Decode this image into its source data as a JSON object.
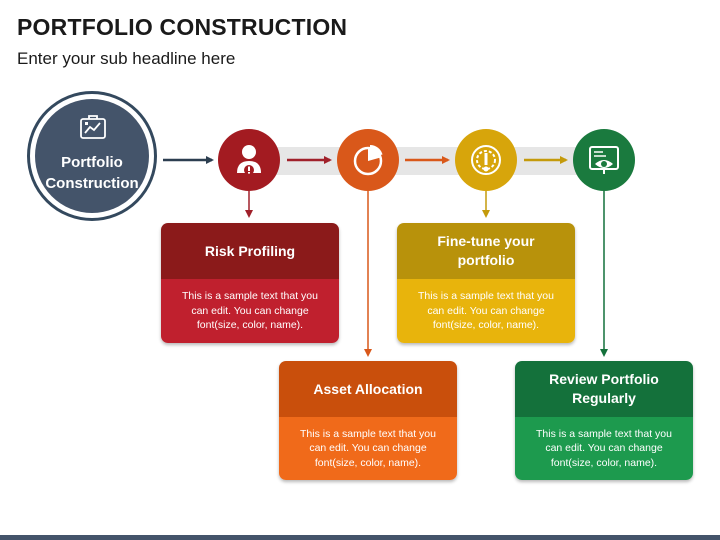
{
  "header": {
    "title": "PORTFOLIO CONSTRUCTION",
    "subtitle": "Enter your sub headline here"
  },
  "hub": {
    "label_line1": "Portfolio",
    "label_line2": "Construction",
    "icon": "briefcase-chart-icon",
    "color": "#44546a"
  },
  "steps": [
    {
      "id": "risk",
      "title_line1": "Risk Profiling",
      "title_line2": "",
      "body_line1": "This is a sample text that you",
      "body_line2": "can edit. You can change",
      "body_line3": "font(size, color, name).",
      "icon": "person-alert-icon",
      "dark": "#8b1a1a",
      "light": "#c0202e"
    },
    {
      "id": "asset",
      "title_line1": "Asset Allocation",
      "title_line2": "",
      "body_line1": "This is a sample text that you",
      "body_line2": "can edit. You can change",
      "body_line3": "font(size, color, name).",
      "icon": "pie-chart-icon",
      "dark": "#c94f0c",
      "light": "#f06a1a"
    },
    {
      "id": "finetune",
      "title_line1": "Fine-tune your",
      "title_line2": "portfolio",
      "body_line1": "This is a sample text that you",
      "body_line2": "can edit. You can change",
      "body_line3": "font(size, color, name).",
      "icon": "gear-tune-icon",
      "dark": "#b8920b",
      "light": "#e8b40c"
    },
    {
      "id": "review",
      "title_line1": "Review Portfolio",
      "title_line2": "Regularly",
      "body_line1": "This is a sample text that you",
      "body_line2": "can edit. You can change",
      "body_line3": "font(size, color, name).",
      "icon": "monitor-eye-icon",
      "dark": "#14713b",
      "light": "#1d9a4e"
    }
  ]
}
